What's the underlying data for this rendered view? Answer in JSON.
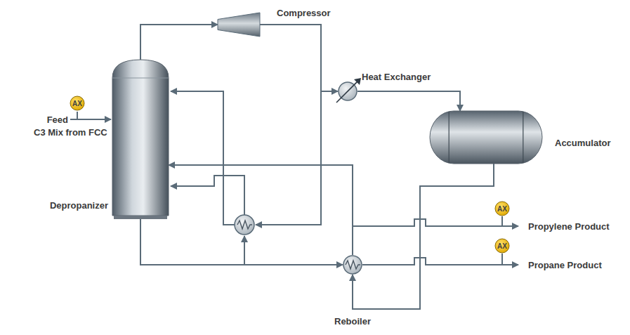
{
  "diagram": {
    "nodes": [
      {
        "text": [
          "Compressor"
        ]
      },
      {
        "text": [
          "Depropanizer"
        ]
      },
      {
        "text": [
          "Heat Exchanger"
        ]
      },
      {
        "text": [
          "Accumulator"
        ]
      },
      {
        "text": [
          "AX"
        ]
      },
      {
        "text": [
          "AX"
        ]
      },
      {
        "text": [
          "AX"
        ]
      },
      {
        "text": [
          "Reboiler"
        ]
      }
    ],
    "edges": [
      {
        "from": 1,
        "to": 0,
        "arrow": "to"
      },
      {
        "from": 0,
        "to": 2,
        "arrow": "to"
      },
      {
        "from": 2,
        "to": 3,
        "arrow": "to"
      },
      {
        "from": 3,
        "to": 7,
        "arrow": "to"
      },
      {
        "from": 1,
        "to": 7,
        "arrow": "to"
      },
      {
        "from": 7,
        "to": 1,
        "arrow": "to"
      }
    ],
    "labels": [
      "Feed",
      "C3 Mix from FCC",
      "Propylene Product",
      "Propane Product"
    ]
  }
}
